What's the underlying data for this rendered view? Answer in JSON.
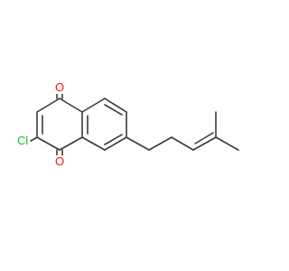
{
  "molecule": {
    "atoms": {
      "o_top": {
        "symbol": "O",
        "color": "#ff0d0d"
      },
      "o_bottom": {
        "symbol": "O",
        "color": "#ff0d0d"
      },
      "cl": {
        "symbol": "Cl",
        "color": "#1fc01f"
      }
    },
    "bond_color": "#3a3a3a",
    "background": "#ffffff"
  }
}
